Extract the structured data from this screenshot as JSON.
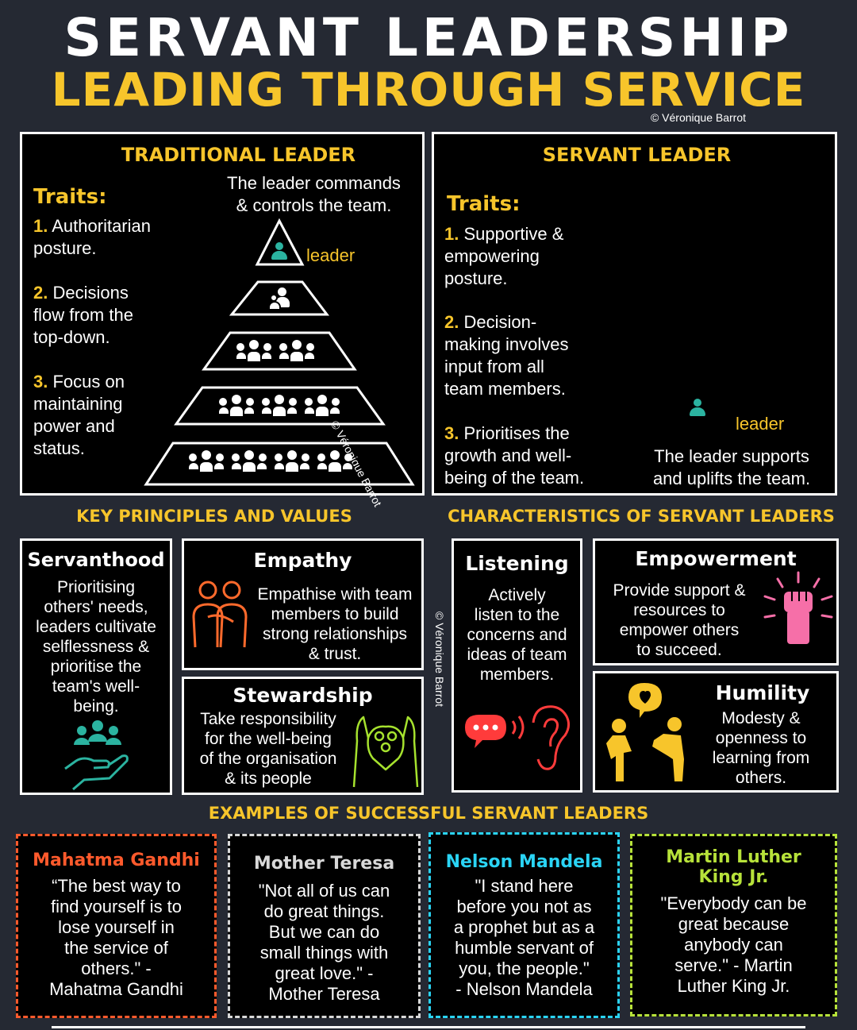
{
  "header": {
    "title": "SERVANT LEADERSHIP",
    "subtitle": "LEADING THROUGH SERVICE",
    "copyright": "© Véronique Barrot"
  },
  "traditional": {
    "heading": "TRADITIONAL LEADER",
    "traits_label": "Traits:",
    "caption": [
      "The leader commands",
      "& controls the team."
    ],
    "leader_label": "leader",
    "traits": [
      {
        "num": "1.",
        "lines": [
          " Authoritarian",
          "posture."
        ]
      },
      {
        "num": "2.",
        "lines": [
          " Decisions",
          "flow from the",
          "top-down."
        ]
      },
      {
        "num": "3.",
        "lines": [
          " Focus on",
          "maintaining",
          "power and",
          "status."
        ]
      }
    ],
    "watermark": "© Véronique Barrot"
  },
  "servant": {
    "heading": "SERVANT LEADER",
    "traits_label": "Traits:",
    "caption": [
      "The leader supports",
      "and uplifts the team."
    ],
    "leader_label": "leader",
    "traits": [
      {
        "num": "1.",
        "lines": [
          " Supportive &",
          "empowering",
          "posture."
        ]
      },
      {
        "num": "2.",
        "lines": [
          " Decision-",
          "making involves",
          "input from all",
          "team members."
        ]
      },
      {
        "num": "3.",
        "lines": [
          " Prioritises the",
          "growth and well-",
          "being of the team."
        ]
      }
    ]
  },
  "principles": {
    "heading": "KEY PRINCIPLES AND VALUES",
    "servanthood": {
      "title": "Servanthood",
      "lines": [
        "Prioritising",
        "others' needs,",
        "leaders cultivate",
        "selflessness &",
        "prioritise the",
        "team's well-",
        "being."
      ]
    },
    "empathy": {
      "title": "Empathy",
      "lines": [
        "Empathise with team",
        "members to build",
        "strong relationships",
        "& trust."
      ]
    },
    "stewardship": {
      "title": "Stewardship",
      "lines": [
        "Take responsibility",
        "for the well-being",
        "of the organisation",
        "& its people"
      ]
    }
  },
  "characteristics": {
    "heading": "CHARACTERISTICS OF SERVANT LEADERS",
    "watermark": "© Véronique Barrot",
    "listening": {
      "title": "Listening",
      "lines": [
        "Actively",
        "listen to the",
        "concerns and",
        "ideas of team",
        "members."
      ]
    },
    "empowerment": {
      "title": "Empowerment",
      "lines": [
        "Provide support &",
        "resources to",
        "empower others",
        "to succeed."
      ]
    },
    "humility": {
      "title": "Humility",
      "lines": [
        "Modesty &",
        "openness to",
        "learning from",
        "others."
      ]
    }
  },
  "examples": {
    "heading": "EXAMPLES OF SUCCESSFUL SERVANT LEADERS",
    "items": [
      {
        "name": [
          "Mahatma Gandhi"
        ],
        "color": "#ff5a2c",
        "quote": [
          "“The best way to",
          "find yourself is to",
          "lose yourself in",
          "the service of",
          "others.\" -",
          "Mahatma Gandhi"
        ]
      },
      {
        "name": [
          "Mother Teresa"
        ],
        "color": "#d9d9d9",
        "quote": [
          "\"Not all of us can",
          "do great things.",
          "But we can do",
          "small things with",
          "great love.\" -",
          "Mother Teresa"
        ]
      },
      {
        "name": [
          "Nelson Mandela"
        ],
        "color": "#2ad4f5",
        "quote": [
          "\"I stand here",
          "before you not as",
          "a prophet but as a",
          "humble servant of",
          "you, the people.\"",
          "- Nelson Mandela"
        ]
      },
      {
        "name": [
          "Martin Luther",
          "King Jr."
        ],
        "color": "#b7e23a",
        "quote": [
          "\"Everybody can be",
          "great because",
          "anybody can",
          "serve.\" - Martin",
          "Luther King Jr."
        ]
      }
    ]
  },
  "colors": {
    "accent": "#f7c52b",
    "background": "#252933",
    "teal": "#2bb3a0",
    "pink": "#f66fa8",
    "orange": "#ff6a2c",
    "red": "#ff3b3b",
    "lime": "#a6e22e"
  }
}
